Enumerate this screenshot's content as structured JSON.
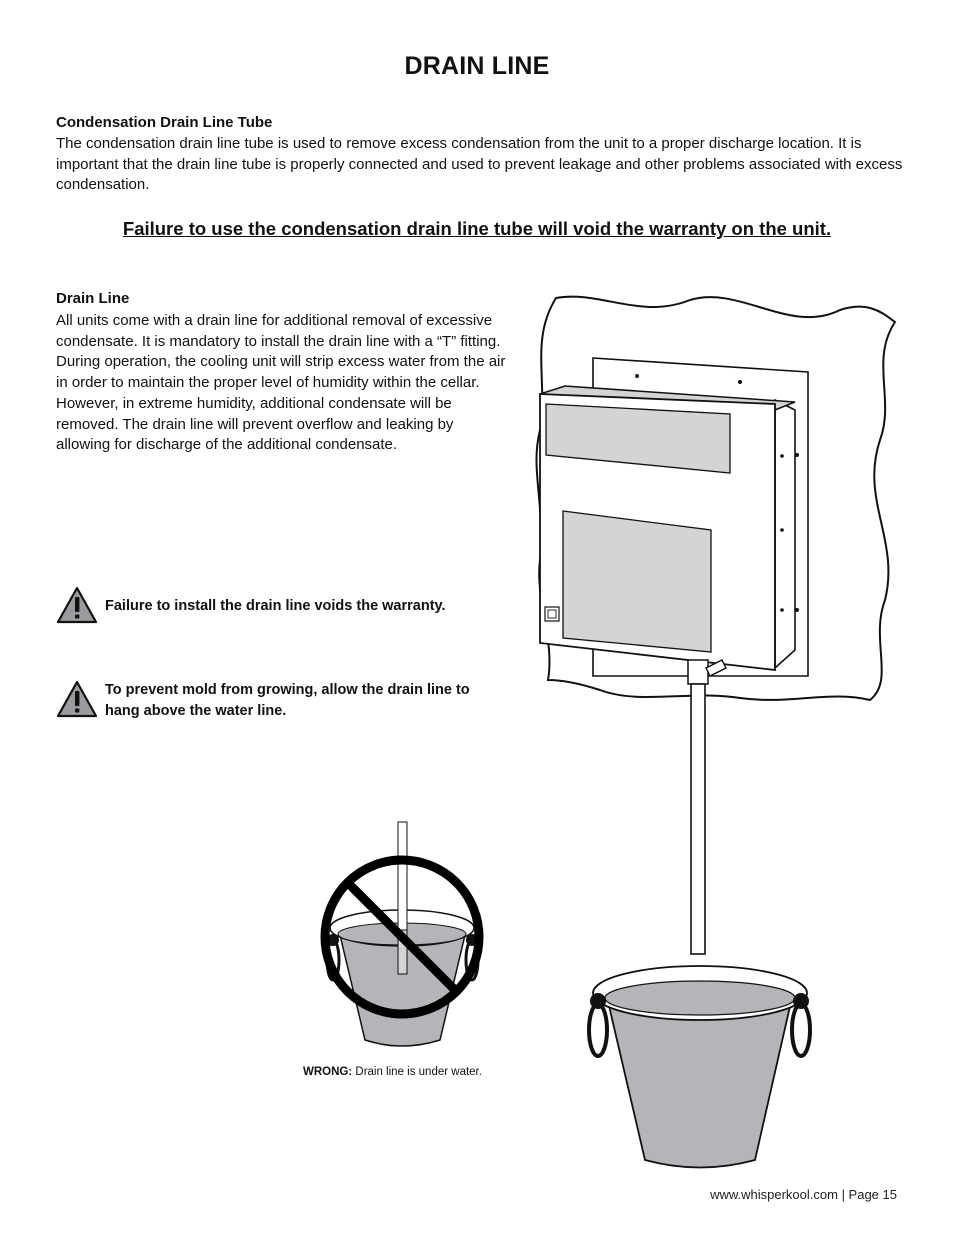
{
  "page": {
    "title": "DRAIN LINE",
    "section1": {
      "heading": "Condensation Drain Line Tube",
      "body": "The condensation drain line tube is used to remove excess condensation from the unit to a proper discharge location. It is important that the drain line tube is properly connected and used to prevent leakage and other problems associated with excess condensation."
    },
    "warranty_warning": "Failure to use the condensation drain line tube will void the warranty on the unit.",
    "section2": {
      "heading": "Drain Line",
      "body": "All units come with a drain line for additional removal of excessive condensate. It is mandatory to install the drain line with a “T” fitting. During operation, the cooling unit will strip excess water from the air in order to maintain the proper level of humidity within the cellar. However, in extreme humidity, additional condensate will be removed. The drain line will prevent overflow and leaking by allowing for discharge of the additional condensate."
    },
    "cautions": [
      "Failure to install the drain line voids the warranty.",
      "To prevent mold from growing, allow the drain line to hang above the water line."
    ],
    "wrong_caption": {
      "label": "WRONG:",
      "text": " Drain line is under water."
    },
    "footer": "www.whisperkool.com | Page 15"
  },
  "icons": {
    "caution": "warning-triangle-icon"
  },
  "colors": {
    "text": "#111111",
    "figure_gray": "#d4d4d6",
    "bucket_gray": "#b4b5b8",
    "prohibit": "#000000"
  }
}
